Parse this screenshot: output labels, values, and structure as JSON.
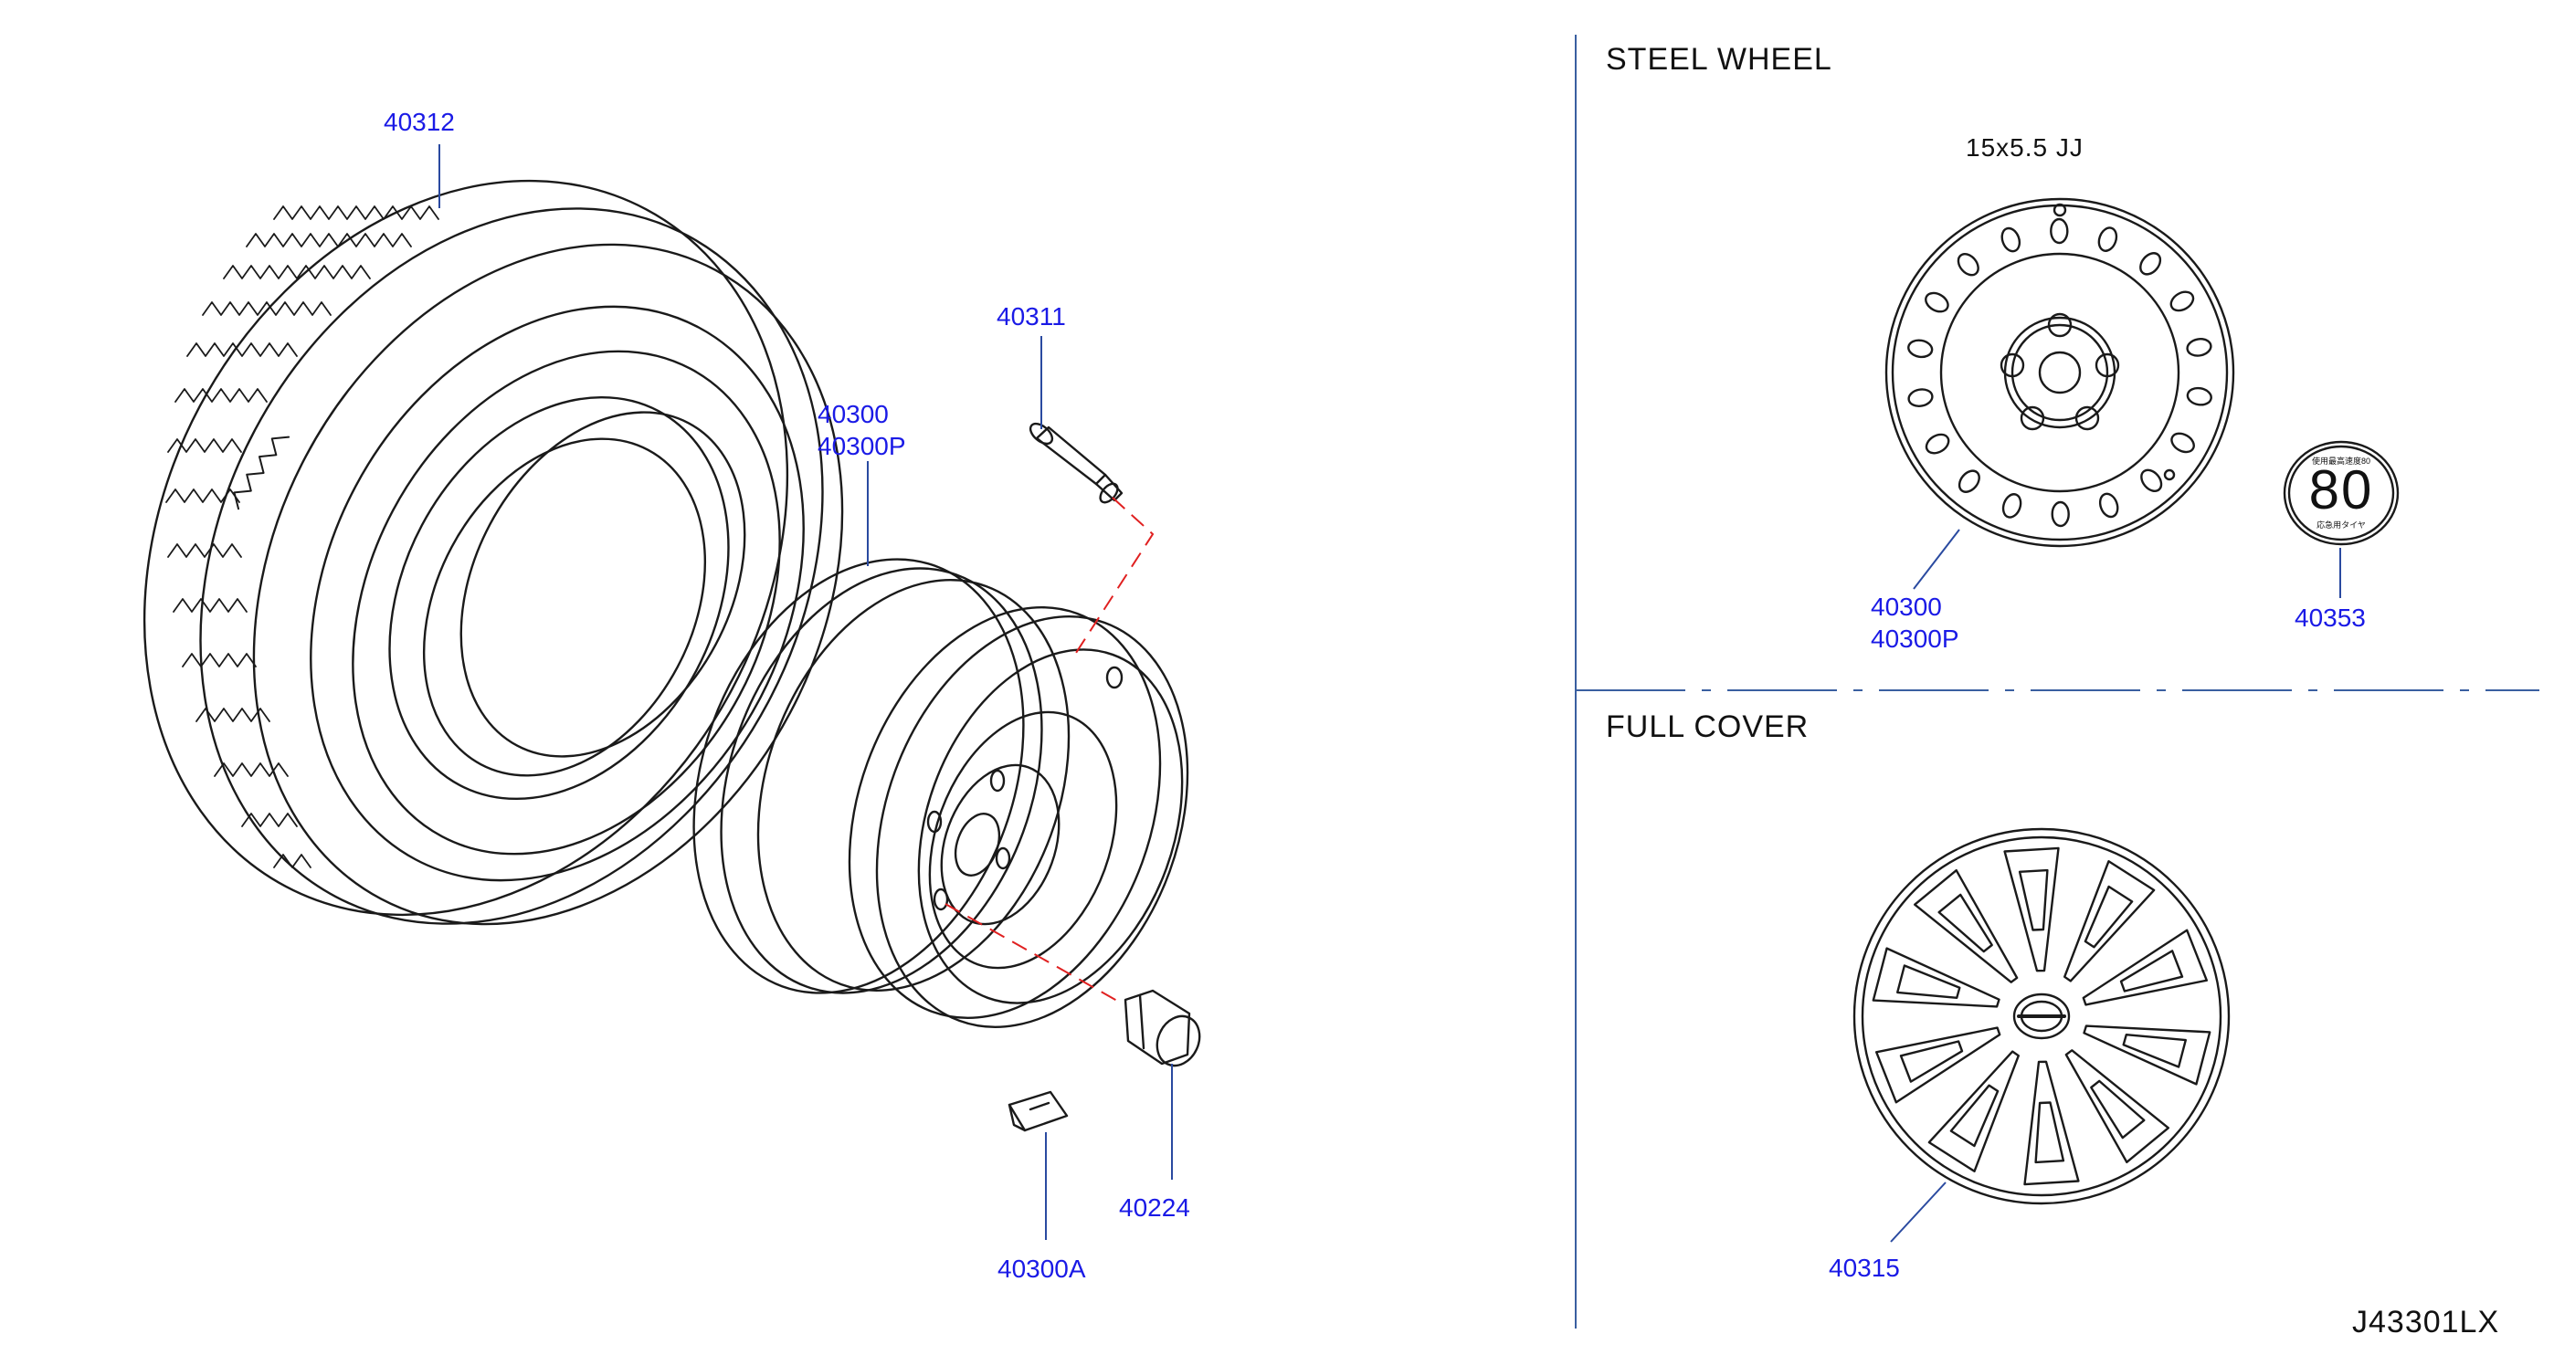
{
  "sections": {
    "steel_wheel": "STEEL   WHEEL",
    "full_cover": "FULL  COVER"
  },
  "wheel_spec": "15x5.5   JJ",
  "parts": {
    "tire": "40312",
    "valve": "40311",
    "wheel_main_1": "40300",
    "wheel_main_2": "40300P",
    "wheel_side_1": "40300",
    "wheel_side_2": "40300P",
    "balance_weight": "40300A",
    "nut": "40224",
    "label": "40353",
    "cover": "40315"
  },
  "sticker": {
    "number": "80",
    "top_text": "使用最高速度80",
    "bottom_text": "応急用タイヤ"
  },
  "diagram_code": "J43301LX",
  "colors": {
    "line": "#1a1a1a",
    "label": "#1a1ae6",
    "leader": "#2a4aa0",
    "dash": "#e02020",
    "divider": "#3a5fa0"
  }
}
